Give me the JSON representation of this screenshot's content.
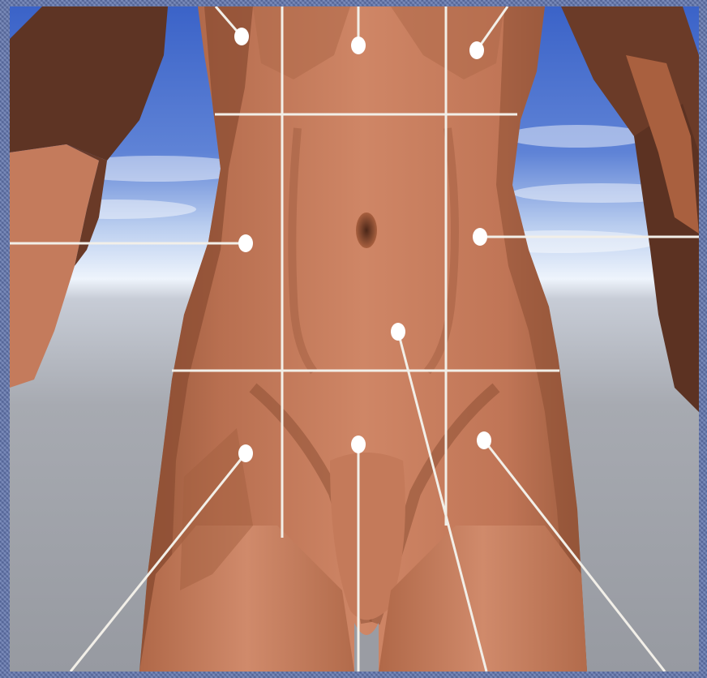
{
  "figure": {
    "subject": "abdomen-quadrant-regions",
    "regions": [
      {
        "id": "upper-left"
      },
      {
        "id": "upper-center"
      },
      {
        "id": "upper-right"
      },
      {
        "id": "middle-left"
      },
      {
        "id": "middle-center"
      },
      {
        "id": "middle-right"
      },
      {
        "id": "lower-left"
      },
      {
        "id": "lower-center"
      },
      {
        "id": "lower-right"
      }
    ]
  },
  "colors": {
    "border": "#6074ad",
    "sky_top": "#3b63c8",
    "sky_mid": "#8fb0e8",
    "horizon": "#e9f1fb",
    "ground": "#9a9ca3",
    "skin": "#c87d5e",
    "skin_shadow": "#8a4f36",
    "skin_dark": "#5a3222",
    "guide": "#f2efe8",
    "marker": "#ffffff"
  }
}
